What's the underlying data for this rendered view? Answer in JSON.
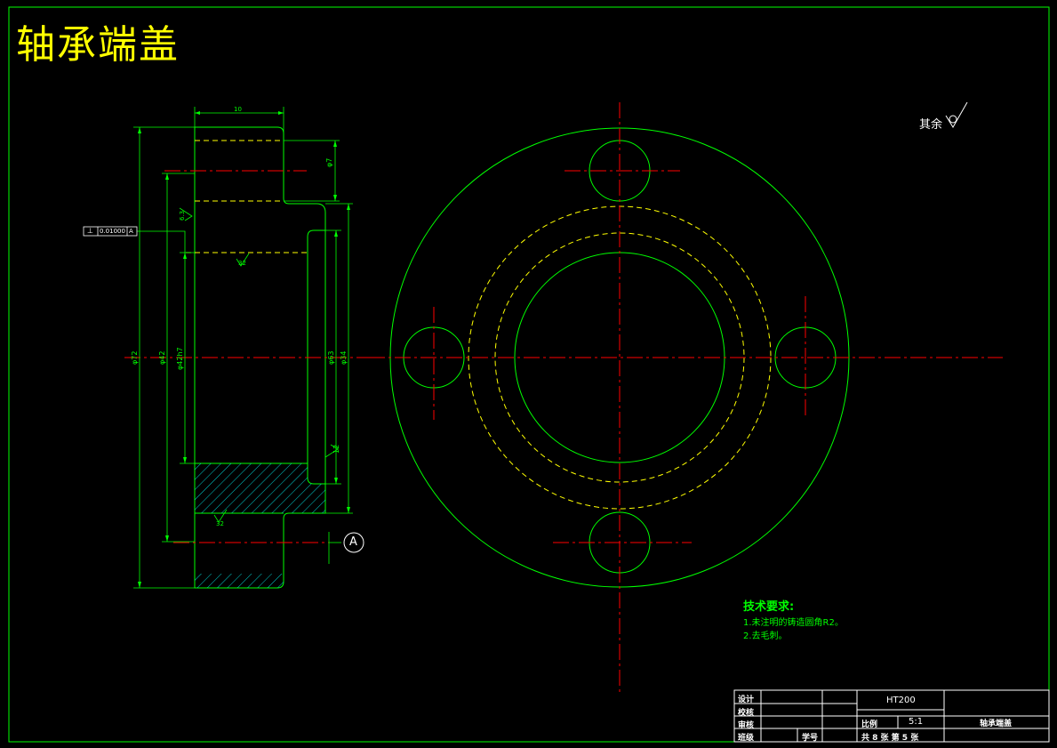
{
  "title": "轴承端盖",
  "roughness_note": "其余",
  "dimensions": {
    "width_top": "10",
    "phi7": "φ7",
    "phi72": "φ72",
    "phi42": "φ42",
    "phi42h7": "φ42h7",
    "phi63": "φ63",
    "phi34": "φ34",
    "r_12": "12",
    "ra_63": "6.3",
    "ra_32a": "32",
    "ra_32b": "32",
    "ra_32c": "32"
  },
  "tolerance_frame": {
    "symbol": "⊥",
    "value": "0.01000",
    "datum": "A"
  },
  "datum_label": "A",
  "tech_requirements": {
    "heading": "技术要求:",
    "items": [
      "1.未注明的铸造圆角R2。",
      "2.去毛刺。"
    ]
  },
  "title_block": {
    "labels": [
      "设计",
      "校核",
      "审核",
      "班级"
    ],
    "student_no_label": "学号",
    "material": "HT200",
    "scale_label": "比例",
    "scale_value": "5:1",
    "sheets": "共 8 张   第 5 张",
    "part_name": "轴承端盖"
  },
  "colors": {
    "outline": "#00ff00",
    "center": "#ff0000",
    "hidden": "#ffff00",
    "hatch": "#00ffff",
    "dim": "#00ff00",
    "text": "#ffffff",
    "title": "#ffff00"
  }
}
